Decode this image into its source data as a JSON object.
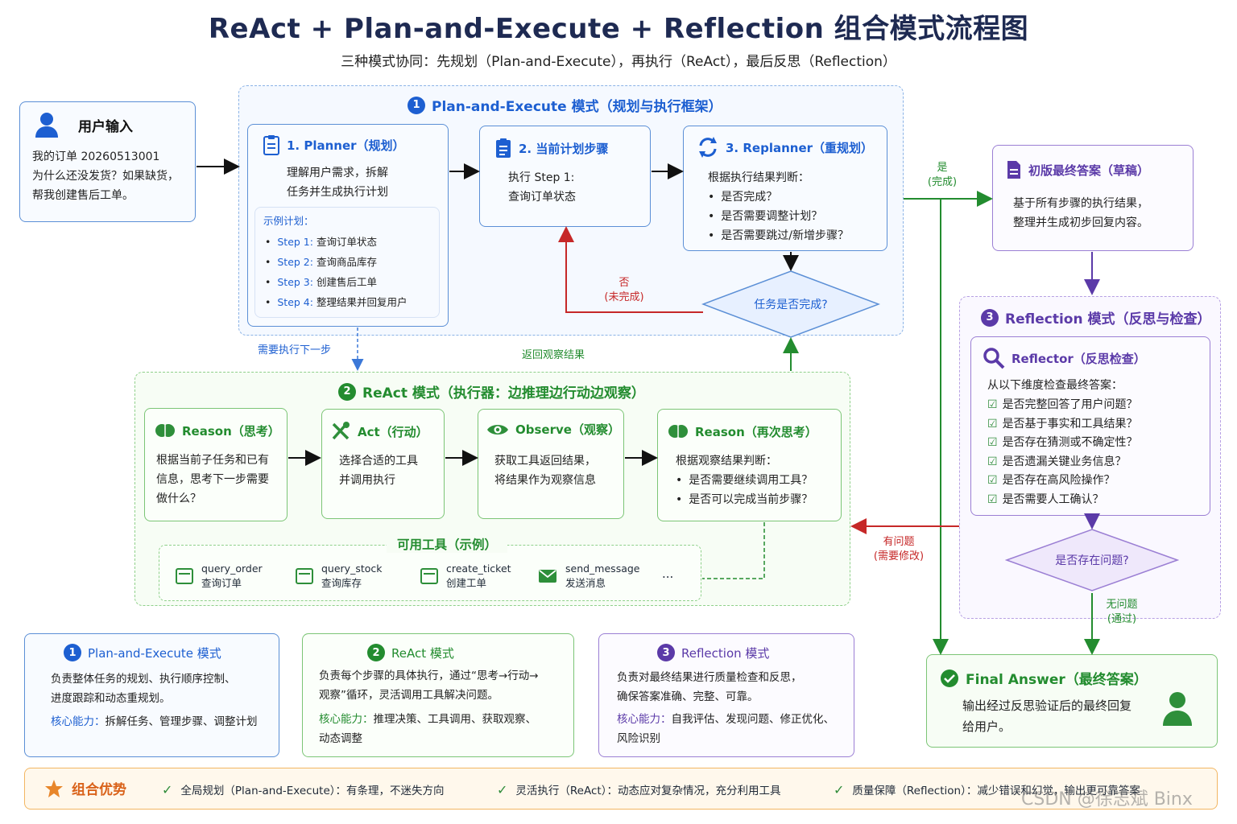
{
  "title": "ReAct + Plan-and-Execute + Reflection 组合模式流程图",
  "subtitle": "三种模式协同：先规划（Plan-and-Execute），再执行（ReAct），最后反思（Reflection）",
  "user_input": {
    "title": "用户输入",
    "lines": [
      "我的订单 20260513001",
      "为什么还没发货？如果缺货，",
      "帮我创建售后工单。"
    ]
  },
  "plan_region": {
    "num": "1",
    "title": "Plan-and-Execute 模式（规划与执行框架）"
  },
  "planner": {
    "title": "1. Planner（规划）",
    "lines": [
      "理解用户需求，拆解",
      "任务并生成执行计划"
    ],
    "example_title": "示例计划：",
    "steps": [
      {
        "k": "Step 1:",
        "v": "查询订单状态"
      },
      {
        "k": "Step 2:",
        "v": "查询商品库存"
      },
      {
        "k": "Step 3:",
        "v": "创建售后工单"
      },
      {
        "k": "Step 4:",
        "v": "整理结果并回复用户"
      }
    ]
  },
  "current_step": {
    "title": "2. 当前计划步骤",
    "lines": [
      "执行 Step 1:",
      "查询订单状态"
    ]
  },
  "replanner": {
    "title": "3. Replanner（重规划）",
    "intro": "根据执行结果判断：",
    "items": [
      "是否完成？",
      "是否需要调整计划？",
      "是否需要跳过/新增步骤？"
    ]
  },
  "diamond_task": "任务是否完成?",
  "label_no": [
    "否",
    "(未完成)"
  ],
  "label_yes": [
    "是",
    "(完成)"
  ],
  "label_need_next": "需要执行下一步",
  "label_return_obs": "返回观察结果",
  "draft": {
    "title": "初版最终答案（草稿）",
    "lines": [
      "基于所有步骤的执行结果，",
      "整理并生成初步回复内容。"
    ]
  },
  "react_region": {
    "num": "2",
    "title": "ReAct 模式（执行器：边推理边行动边观察）"
  },
  "reason1": {
    "title": "Reason（思考）",
    "lines": [
      "根据当前子任务和已有",
      "信息，思考下一步需要",
      "做什么？"
    ]
  },
  "act": {
    "title": "Act（行动）",
    "lines": [
      "选择合适的工具",
      "并调用执行"
    ]
  },
  "observe": {
    "title": "Observe（观察）",
    "lines": [
      "获取工具返回结果，",
      "将结果作为观察信息"
    ]
  },
  "reason2": {
    "title": "Reason（再次思考）",
    "intro": "根据观察结果判断：",
    "items": [
      "是否需要继续调用工具？",
      "是否可以完成当前步骤？"
    ]
  },
  "tools": {
    "title": "可用工具（示例）",
    "items": [
      {
        "name": "query_order",
        "desc": "查询订单"
      },
      {
        "name": "query_stock",
        "desc": "查询库存"
      },
      {
        "name": "create_ticket",
        "desc": "创建工单"
      },
      {
        "name": "send_message",
        "desc": "发送消息"
      }
    ],
    "more": "..."
  },
  "reflect_region": {
    "num": "3",
    "title": "Reflection 模式（反思与检查）"
  },
  "reflector": {
    "title": "Reflector（反思检查）",
    "intro": "从以下维度检查最终答案：",
    "items": [
      "是否完整回答了用户问题？",
      "是否基于事实和工具结果？",
      "是否存在猜测或不确定性？",
      "是否遗漏关键业务信息？",
      "是否存在高风险操作？",
      "是否需要人工确认？"
    ]
  },
  "diamond_issue": "是否存在问题?",
  "label_issue": [
    "有问题",
    "(需要修改)"
  ],
  "label_pass": [
    "无问题",
    "(通过)"
  ],
  "final": {
    "title": "Final Answer（最终答案）",
    "lines": [
      "输出经过反思验证后的最终回复",
      "给用户。"
    ]
  },
  "legend": [
    {
      "num": "1",
      "title": "Plan-and-Execute 模式",
      "lines": [
        "负责整体任务的规划、执行顺序控制、",
        "进度跟踪和动态重规划。"
      ],
      "cap_k": "核心能力：",
      "cap_v": [
        "拆解任务、管理步骤、调整计划"
      ]
    },
    {
      "num": "2",
      "title": "ReAct 模式",
      "lines": [
        "负责每个步骤的具体执行，通过“思考→行动→",
        "观察”循环，灵活调用工具解决问题。"
      ],
      "cap_k": "核心能力：",
      "cap_v": [
        "推理决策、工具调用、获取观察、",
        "动态调整"
      ]
    },
    {
      "num": "3",
      "title": "Reflection 模式",
      "lines": [
        "负责对最终结果进行质量检查和反思，",
        "确保答案准确、完整、可靠。"
      ],
      "cap_k": "核心能力：",
      "cap_v": [
        "自我评估、发现问题、修正优化、",
        "风险识别"
      ]
    }
  ],
  "advantages": {
    "title": "组合优势",
    "items": [
      "全局规划（Plan-and-Execute）：有条理，不迷失方向",
      "灵活执行（ReAct）：动态应对复杂情况，充分利用工具",
      "质量保障（Reflection）：减少错误和幻觉，输出更可靠答案"
    ]
  },
  "watermark": "CSDN @徐志斌 Binx",
  "colors": {
    "blue": "#1d5fd1",
    "green": "#238c2f",
    "purple": "#5b3aa8",
    "red": "#c62828",
    "orange": "#e8862a"
  }
}
